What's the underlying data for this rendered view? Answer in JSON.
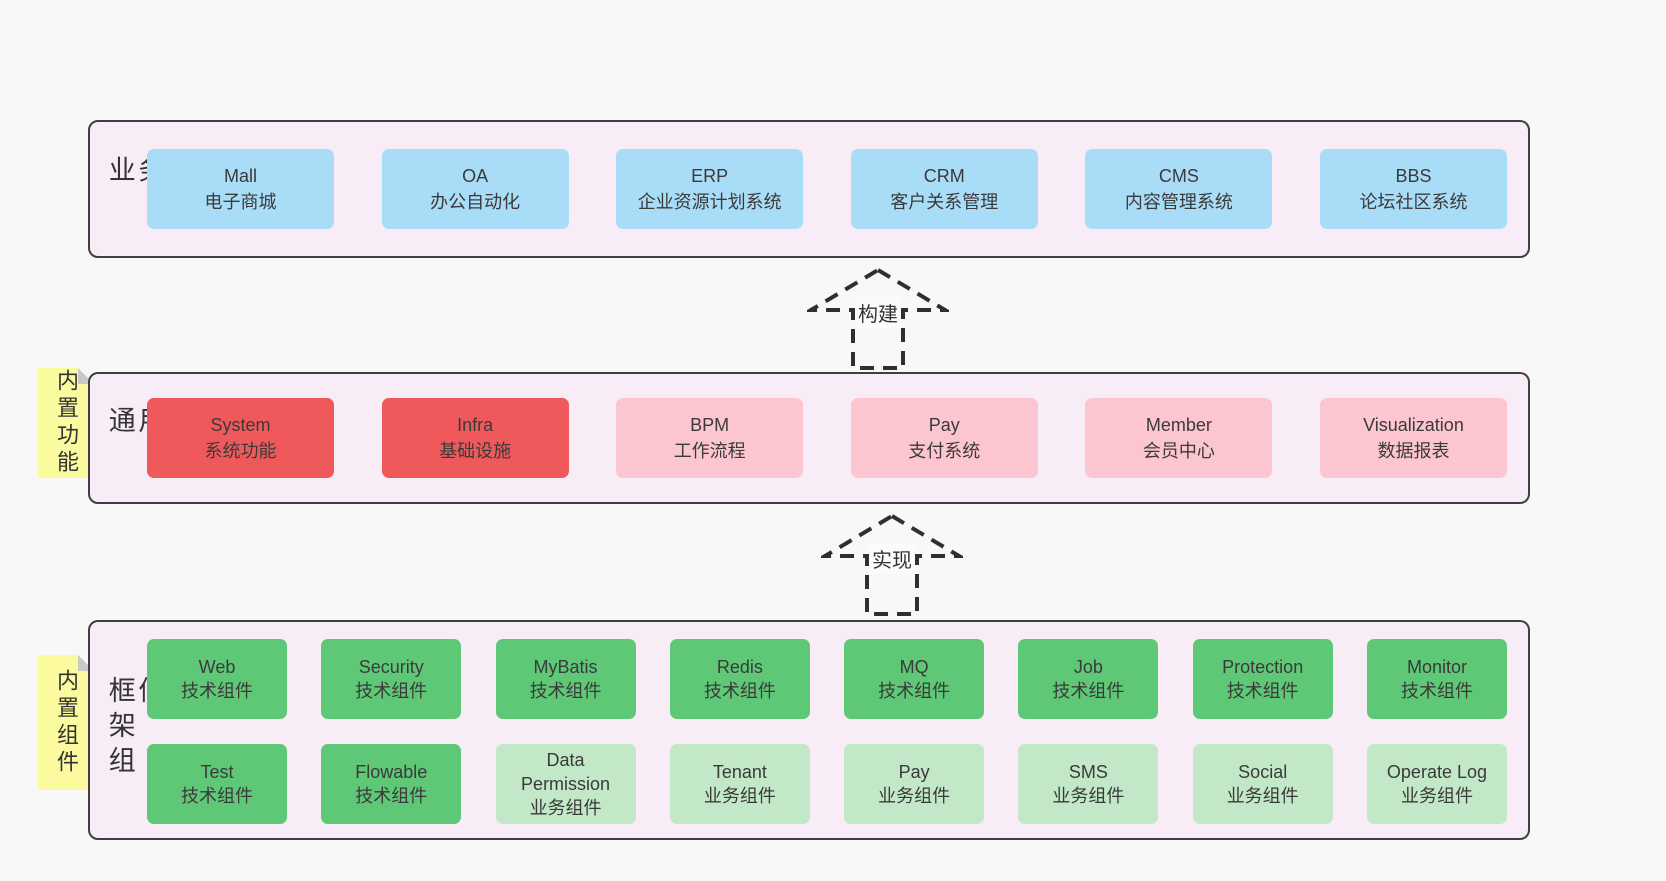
{
  "background": "#f8f8f8",
  "colors": {
    "panel_bg": "#f8edf7",
    "panel_border": "#3f3f3f",
    "blue_box": "#a9ddf7",
    "red_box": "#f0595c",
    "pink_box": "#fcc6d0",
    "green_box": "#5fc877",
    "light_green_box": "#c2e8c7",
    "sticky_note": "#fbfa9f",
    "fold": "#c8c8c8",
    "text": "#333333"
  },
  "arrows": [
    {
      "label": "构建"
    },
    {
      "label": "实现"
    }
  ],
  "layers": [
    {
      "title_vertical": "业务系统",
      "boxes": [
        {
          "en": "Mall",
          "zh": "电子商城"
        },
        {
          "en": "OA",
          "zh": "办公自动化"
        },
        {
          "en": "ERP",
          "zh": "企业资源计划系统"
        },
        {
          "en": "CRM",
          "zh": "客户关系管理"
        },
        {
          "en": "CMS",
          "zh": "内容管理系统"
        },
        {
          "en": "BBS",
          "zh": "论坛社区系统"
        }
      ]
    },
    {
      "title_vertical": "通用模块",
      "sticky_note": "内置功能",
      "boxes": [
        {
          "en": "System",
          "zh": "系统功能"
        },
        {
          "en": "Infra",
          "zh": "基础设施"
        },
        {
          "en": "BPM",
          "zh": "工作流程"
        },
        {
          "en": "Pay",
          "zh": "支付系统"
        },
        {
          "en": "Member",
          "zh": "会员中心"
        },
        {
          "en": "Visualization",
          "zh": "数据报表"
        }
      ]
    },
    {
      "title_vertical": "框架组件",
      "sticky_note": "内置组件",
      "rows": [
        {
          "boxes": [
            {
              "en": "Web",
              "zh": "技术组件"
            },
            {
              "en": "Security",
              "zh": "技术组件"
            },
            {
              "en": "MyBatis",
              "zh": "技术组件"
            },
            {
              "en": "Redis",
              "zh": "技术组件"
            },
            {
              "en": "MQ",
              "zh": "技术组件"
            },
            {
              "en": "Job",
              "zh": "技术组件"
            },
            {
              "en": "Protection",
              "zh": "技术组件"
            },
            {
              "en": "Monitor",
              "zh": "技术组件"
            }
          ]
        },
        {
          "boxes": [
            {
              "en": "Test",
              "zh": "技术组件"
            },
            {
              "en": "Flowable",
              "zh": "技术组件"
            },
            {
              "en": "Data Permission",
              "zh": "业务组件"
            },
            {
              "en": "Tenant",
              "zh": "业务组件"
            },
            {
              "en": "Pay",
              "zh": "业务组件"
            },
            {
              "en": "SMS",
              "zh": "业务组件"
            },
            {
              "en": "Social",
              "zh": "业务组件"
            },
            {
              "en": "Operate Log",
              "zh": "业务组件"
            }
          ]
        }
      ]
    }
  ]
}
